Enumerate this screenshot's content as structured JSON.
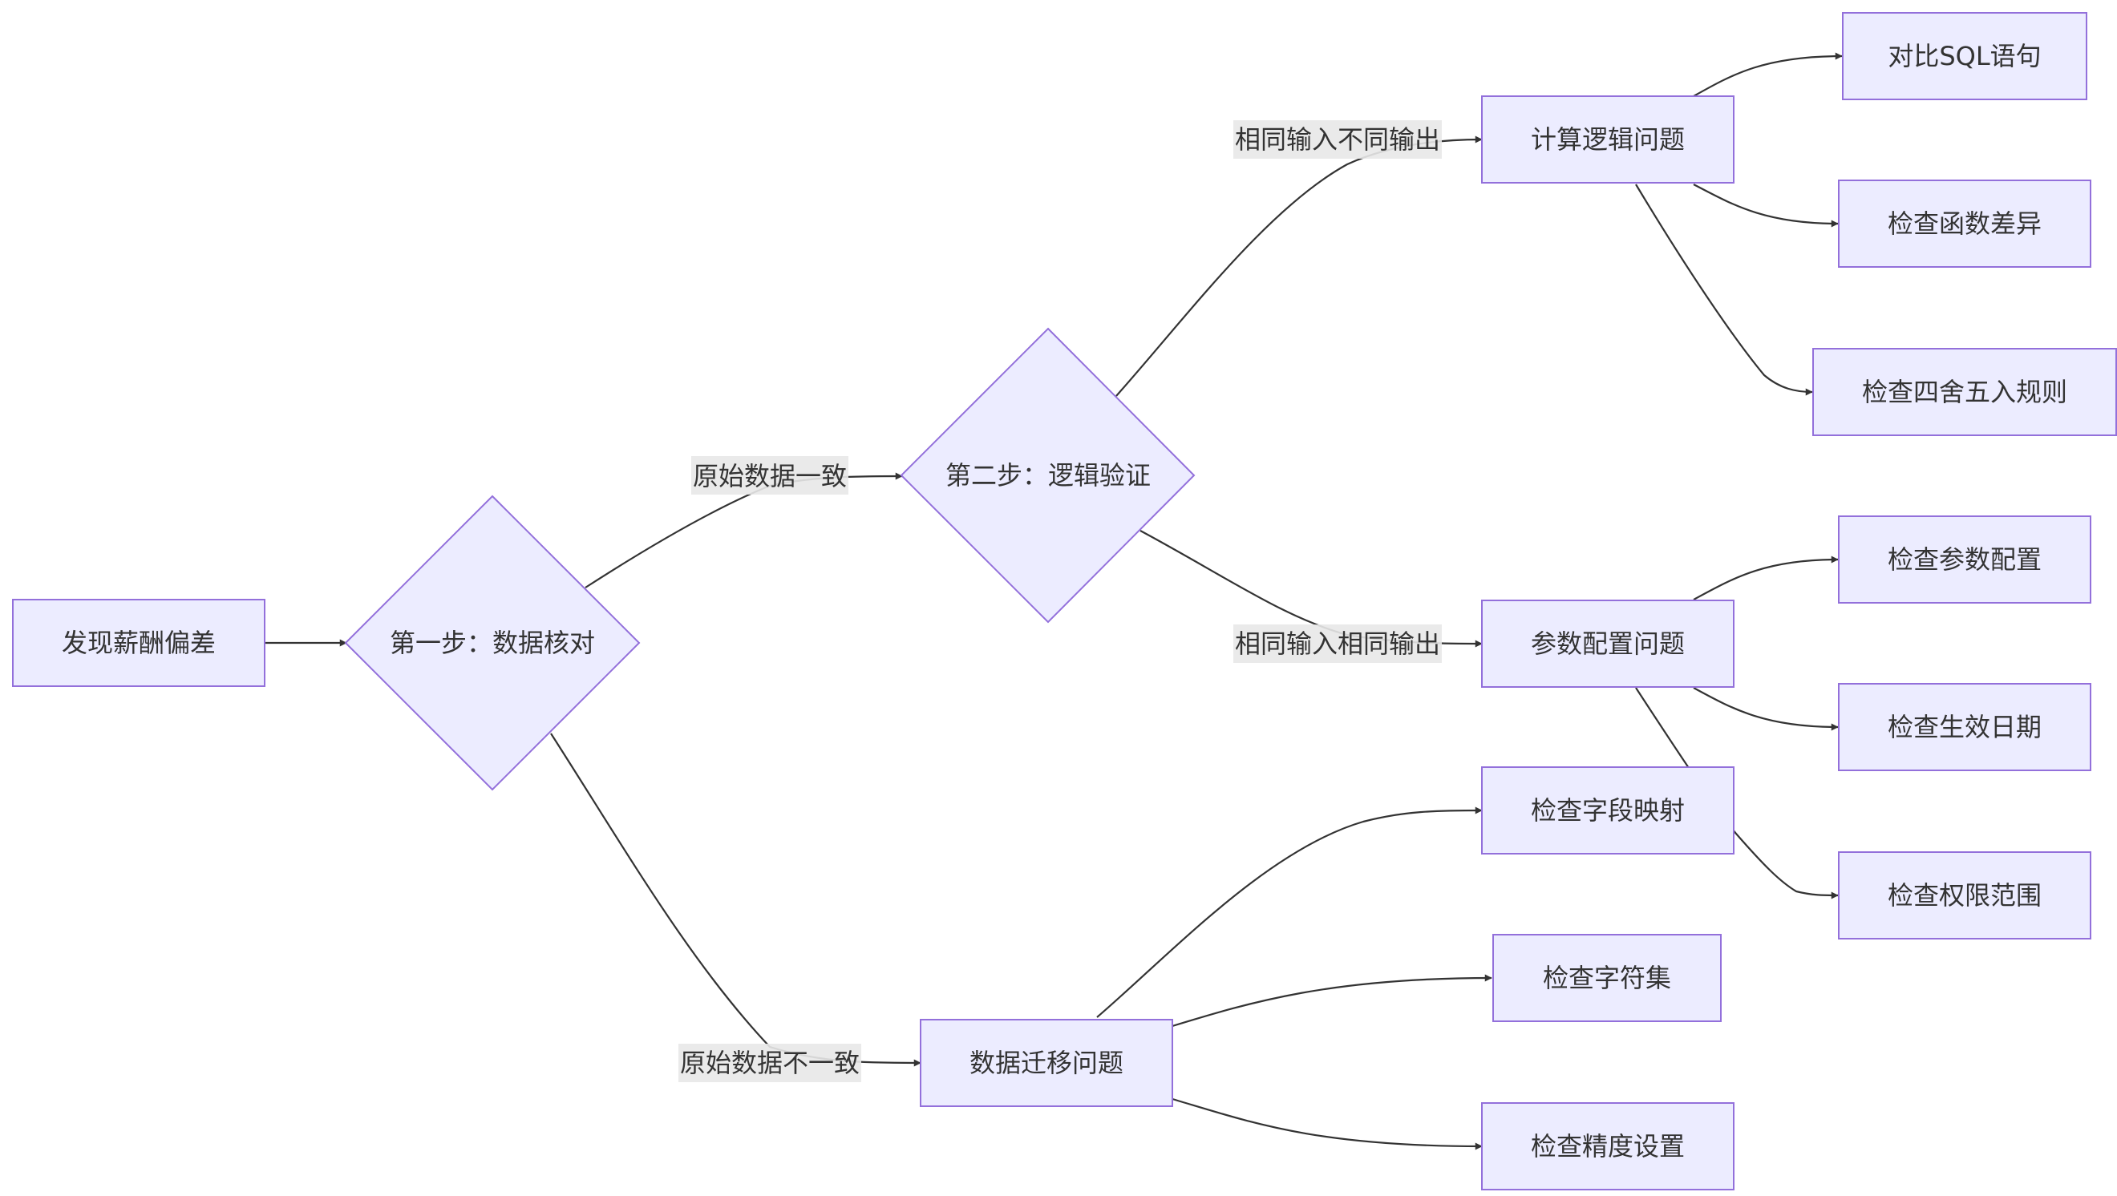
{
  "nodes": {
    "start": "发现薪酬偏差",
    "step1": "第一步：数据核对",
    "step2": "第二步：逻辑验证",
    "calc_logic": "计算逻辑问题",
    "param_config": "参数配置问题",
    "data_migration": "数据迁移问题",
    "compare_sql": "对比SQL语句",
    "check_functions": "检查函数差异",
    "check_rounding": "检查四舍五入规则",
    "check_params": "检查参数配置",
    "check_effective_date": "检查生效日期",
    "check_permissions": "检查权限范围",
    "check_field_mapping": "检查字段映射",
    "check_charset": "检查字符集",
    "check_precision": "检查精度设置"
  },
  "edges": {
    "raw_consistent": "原始数据一致",
    "raw_inconsistent": "原始数据不一致",
    "same_input_diff_output": "相同输入不同输出",
    "same_input_same_output": "相同输入相同输出"
  },
  "colors": {
    "node_fill": "#ECECFF",
    "node_stroke": "#9370DB",
    "edge_stroke": "#333333",
    "label_bg": "#e8e8e8"
  }
}
